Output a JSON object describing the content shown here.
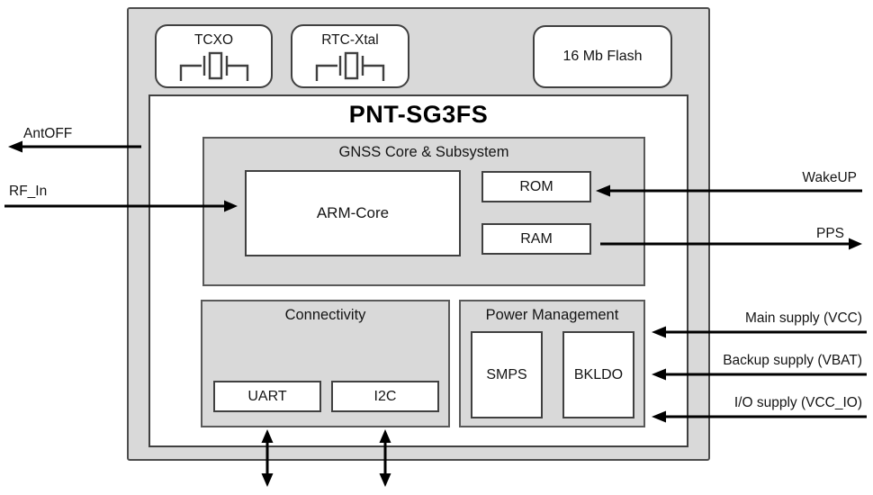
{
  "diagram": {
    "title": "PNT-SG3FS",
    "oscillators": [
      {
        "label": "TCXO"
      },
      {
        "label": "RTC-Xtal"
      }
    ],
    "flash_label": "16 Mb Flash",
    "gnss_block": {
      "title": "GNSS Core & Subsystem",
      "arm_label": "ARM-Core",
      "rom_label": "ROM",
      "ram_label": "RAM"
    },
    "connectivity_block": {
      "title": "Connectivity",
      "uart_label": "UART",
      "i2c_label": "I2C"
    },
    "power_block": {
      "title": "Power Management",
      "smps_label": "SMPS",
      "bkldo_label": "BKLDO"
    },
    "signals": {
      "ant_off": "AntOFF",
      "rf_in": "RF_In",
      "wakeup": "WakeUP",
      "pps": "PPS",
      "main_supply": "Main supply (VCC)",
      "backup_supply": "Backup supply (VBAT)",
      "io_supply": "I/O supply (VCC_IO)"
    },
    "colors": {
      "block_fill": "#d9d9d9",
      "box_fill": "#ffffff",
      "border": "#404040",
      "arrow": "#000000"
    }
  }
}
